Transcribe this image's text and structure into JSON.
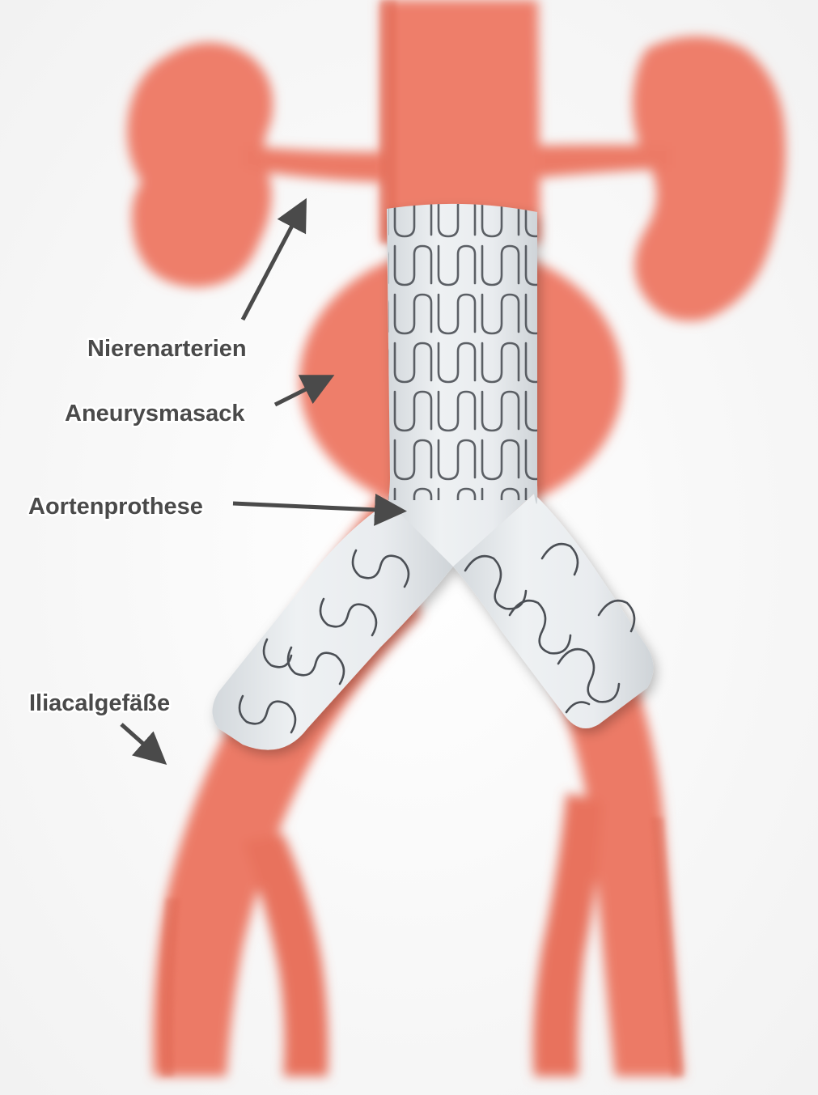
{
  "labels": {
    "renal_arteries": "Nierenarterien",
    "aneurysm_sac": "Aneurysmasack",
    "aortic_prosthesis": "Aortenprothese",
    "iliac_vessels": "Iliacalgefäße"
  },
  "colors": {
    "vessel": "#ee7e6a",
    "vessel_dark": "#e06752",
    "stent_graft": "#e7ebee",
    "stent_wire": "#4b4f55",
    "arrow": "#4a4a4a",
    "label_text": "#4a4a4a",
    "background": "#ffffff"
  }
}
